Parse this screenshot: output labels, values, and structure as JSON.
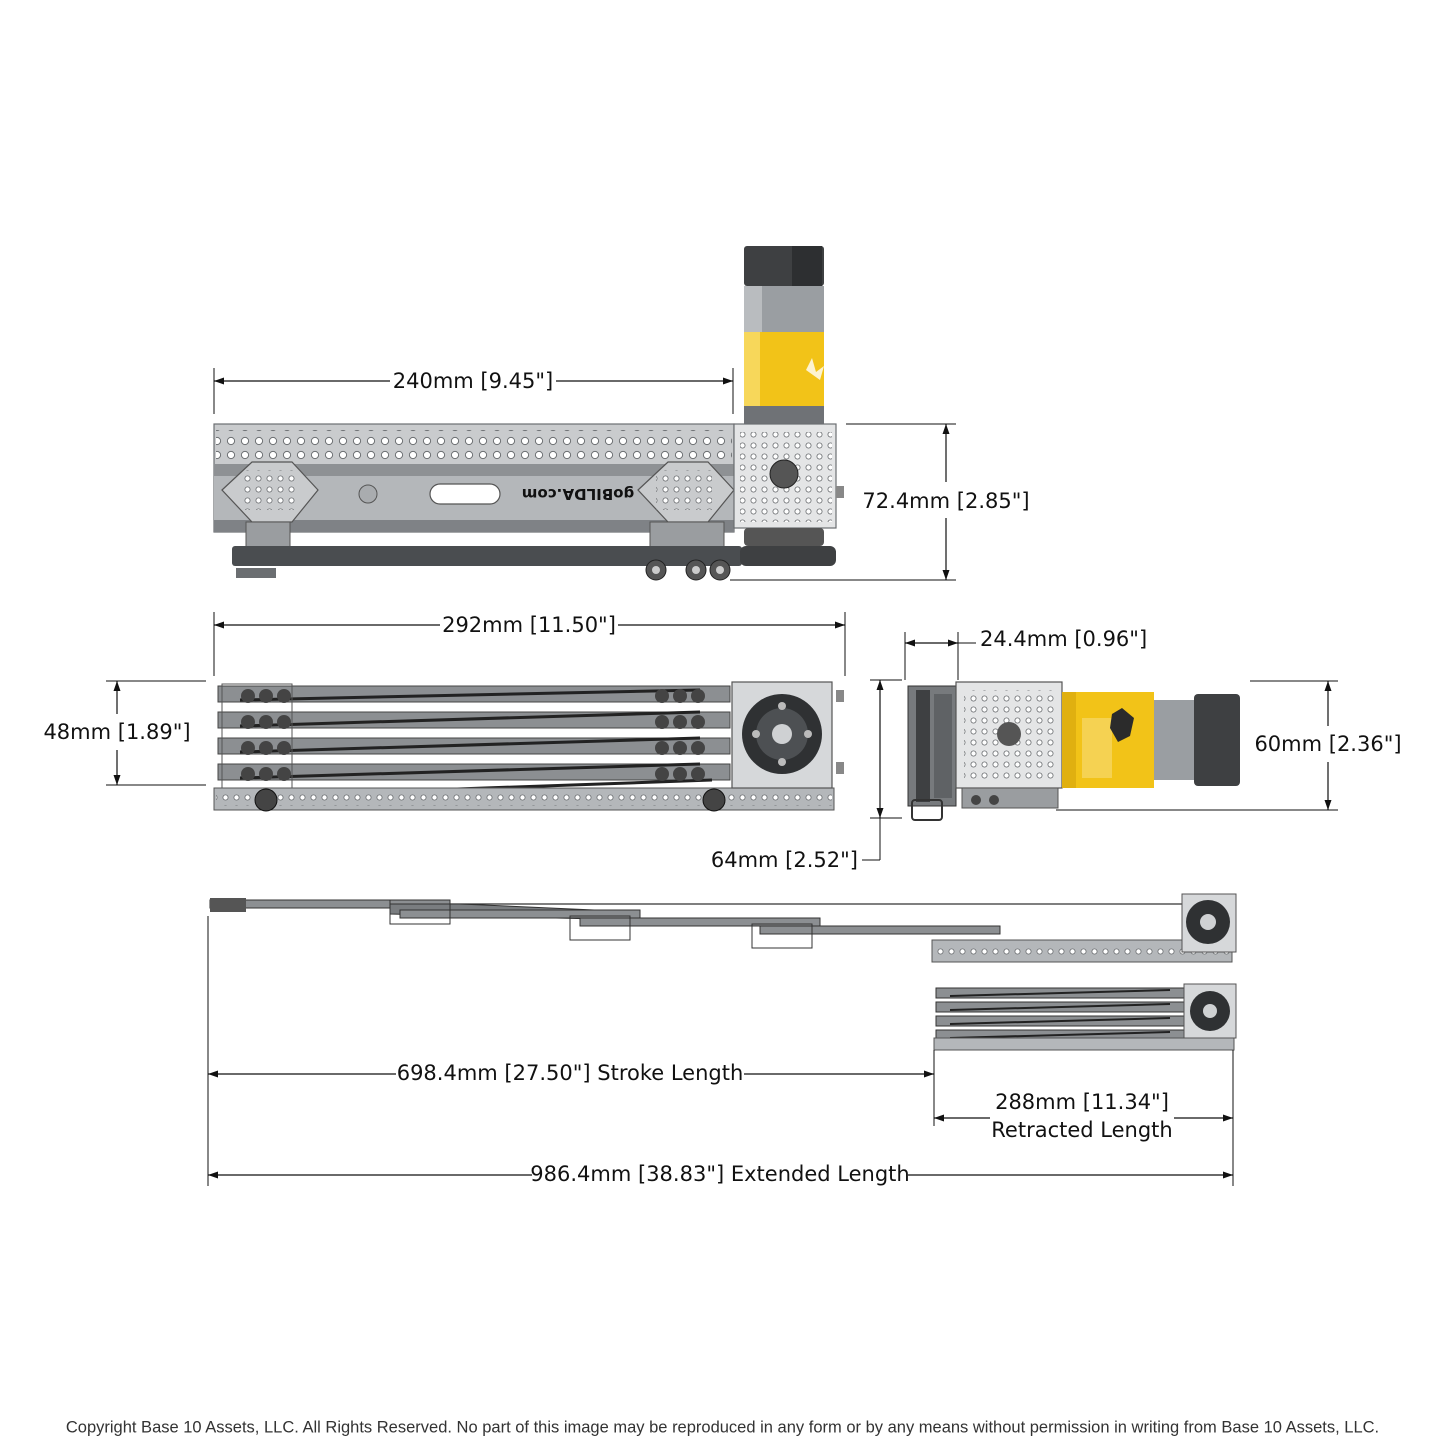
{
  "dimensions": {
    "top_width": "240mm [9.45\"]",
    "top_height": "72.4mm [2.85\"]",
    "middle_length": "292mm [11.50\"]",
    "middle_height": "48mm [1.89\"]",
    "end_width": "24.4mm [0.96\"]",
    "end_height": "60mm [2.36\"]",
    "end_overall": "64mm [2.52\"]",
    "stroke": "698.4mm [27.50\"] Stroke Length",
    "retracted_value": "288mm [11.34\"]",
    "retracted_label": "Retracted Length",
    "extended": "986.4mm [38.83\"] Extended Length"
  },
  "logo_text": "goBILDA.com",
  "colors": {
    "metal": "#c9cbcd",
    "metal_dark": "#8e9194",
    "rail": "#4a4d50",
    "motor_yellow": "#f2c318",
    "motor_can": "#9a9ea2",
    "motor_cap": "#3e4042",
    "line": "#111111"
  },
  "footer": {
    "copyright": "Copyright Base 10 Assets, LLC.  All Rights Reserved. No part of this image may be reproduced in any form or by any means without permission in writing from Base 10 Assets, LLC."
  }
}
